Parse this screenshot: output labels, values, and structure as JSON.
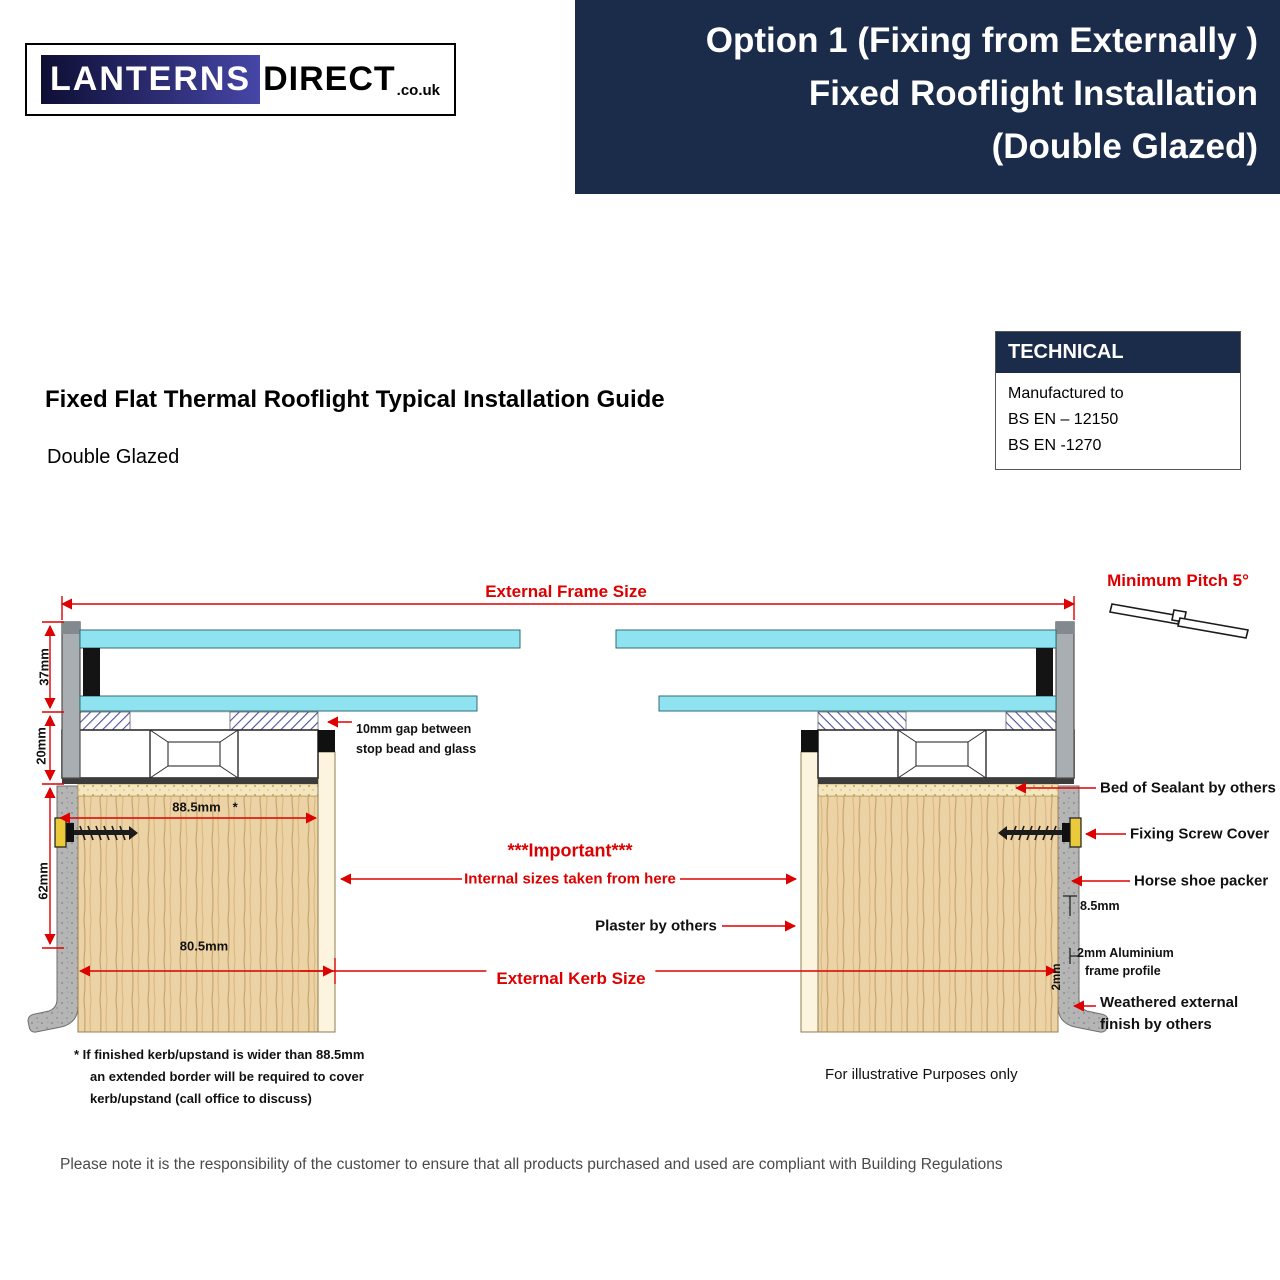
{
  "logo": {
    "part1": "LANTERNS",
    "part2": "DIRECT",
    "suffix": ".co.uk"
  },
  "banner": {
    "lines": [
      "Option 1 (Fixing from Externally )",
      "Fixed Rooflight Installation",
      "(Double Glazed)"
    ]
  },
  "intro": {
    "title": "Fixed Flat Thermal Rooflight Typical Installation Guide",
    "subtitle": "Double Glazed"
  },
  "technical": {
    "header": "TECHNICAL",
    "lines": [
      "Manufactured to",
      "BS EN – 12150",
      "BS EN -1270"
    ]
  },
  "diagram": {
    "labels": {
      "external_frame_size": "External Frame Size",
      "minimum_pitch": "Minimum Pitch 5°",
      "gap_note_1": "10mm gap between",
      "gap_note_2": "stop bead and glass",
      "important": "***Important***",
      "internal_sizes": "Internal sizes taken from here",
      "plaster": "Plaster by others",
      "external_kerb_size": "External Kerb Size",
      "bed_of_sealant": "Bed of Sealant by others",
      "fixing_screw_cover": "Fixing Screw Cover",
      "horse_shoe_packer": "Horse shoe packer",
      "alu_profile_1": "2mm Aluminium",
      "alu_profile_2": "frame profile",
      "weathered_1": "Weathered external",
      "weathered_2": "finish by others",
      "illustrative": "For illustrative Purposes only"
    },
    "dimensions": {
      "height_glass": "37mm",
      "height_frame": "20mm",
      "height_kerb": "62mm",
      "kerb_outer": "88.5mm",
      "kerb_outer_star": "*",
      "kerb_inner": "80.5mm",
      "packer": "8.5mm",
      "sheet": "2mm"
    },
    "footnote": [
      "* If finished kerb/upstand is wider than 88.5mm",
      "an extended border will be required to cover",
      "kerb/upstand (call office to discuss)"
    ]
  },
  "footer": {
    "note": "Please note it is the responsibility of the customer to ensure that all products purchased and used are compliant with Building Regulations"
  },
  "colors": {
    "banner_navy": "#1b2b4a",
    "accent_red": "#dd0000",
    "glass_cyan": "#8fe3f0",
    "wood_tan": "#ecd3a5",
    "sealant_yellow": "#f4e7c0",
    "weathered_gray": "#b5b5b5"
  }
}
